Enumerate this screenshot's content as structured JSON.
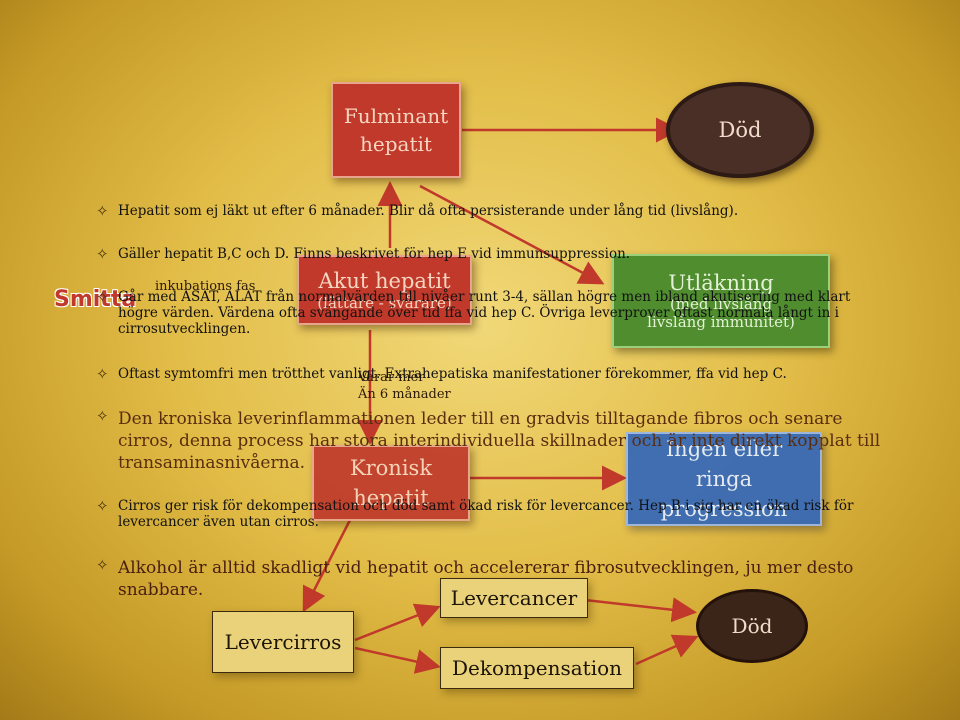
{
  "nodes": {
    "fulminant": "Fulminant hepatit",
    "dod_top": "Död",
    "akut": "Akut hepatit",
    "akut_sub": "(lättare - svårare)",
    "utlakning": "Utläkning",
    "utlakning_sub1": "(med livslång",
    "utlakning_sub2": "livslång immunitet)",
    "kronisk": "Kronisk hepatit",
    "ingen": "Ingen eller ringa progression",
    "levercancer": "Levercancer",
    "dod_bottom": "Död",
    "levercirros": "Levercirros",
    "dekompensation": "Dekompensation"
  },
  "labels": {
    "smitta": "Smitta",
    "inkubation": "inkubations fas",
    "varar_1": "Varar mer",
    "varar_2": "Än 6 månader"
  },
  "bullets": [
    "Hepatit som ej läkt ut efter 6 månader. Blir då ofta persisterande under lång tid (livslång).",
    "Gäller hepatit B,C och D. Finns beskrivet för hep E vid immunsuppression.",
    "Går med ASAT, ALAT från normalvärden till nivåer runt 3-4, sällan högre men ibland akutisering med klart högre värden. Värdena ofta svängande över tid ffa vid hep C. Övriga leverprover oftast normala långt in i cirrosutvecklingen.",
    "Oftast symtomfri men trötthet vanligt. Extrahepatiska manifestationer förekommer, ffa vid hep C.",
    "Den kroniska leverinflammationen leder till en gradvis tilltagande fibros och senare cirros, denna process har stora interindividuella skillnader och är inte direkt kopplat till transaminasnivåerna.",
    "Cirros ger risk för dekompensation och död samt ökad risk för levercancer. Hep B i sig har en ökad risk för levercancer även utan cirros.",
    "Alkohol är alltid skadligt vid hepatit och accelererar fibrosutvecklingen, ju mer desto snabbare."
  ],
  "colors": {
    "red": "#c0392b",
    "dark_brown": "#4a2f26",
    "green": "#4f8d2f",
    "blue": "#3468b8",
    "arrow": "#c0392b"
  },
  "icons": [
    "bullet-star-icon"
  ]
}
